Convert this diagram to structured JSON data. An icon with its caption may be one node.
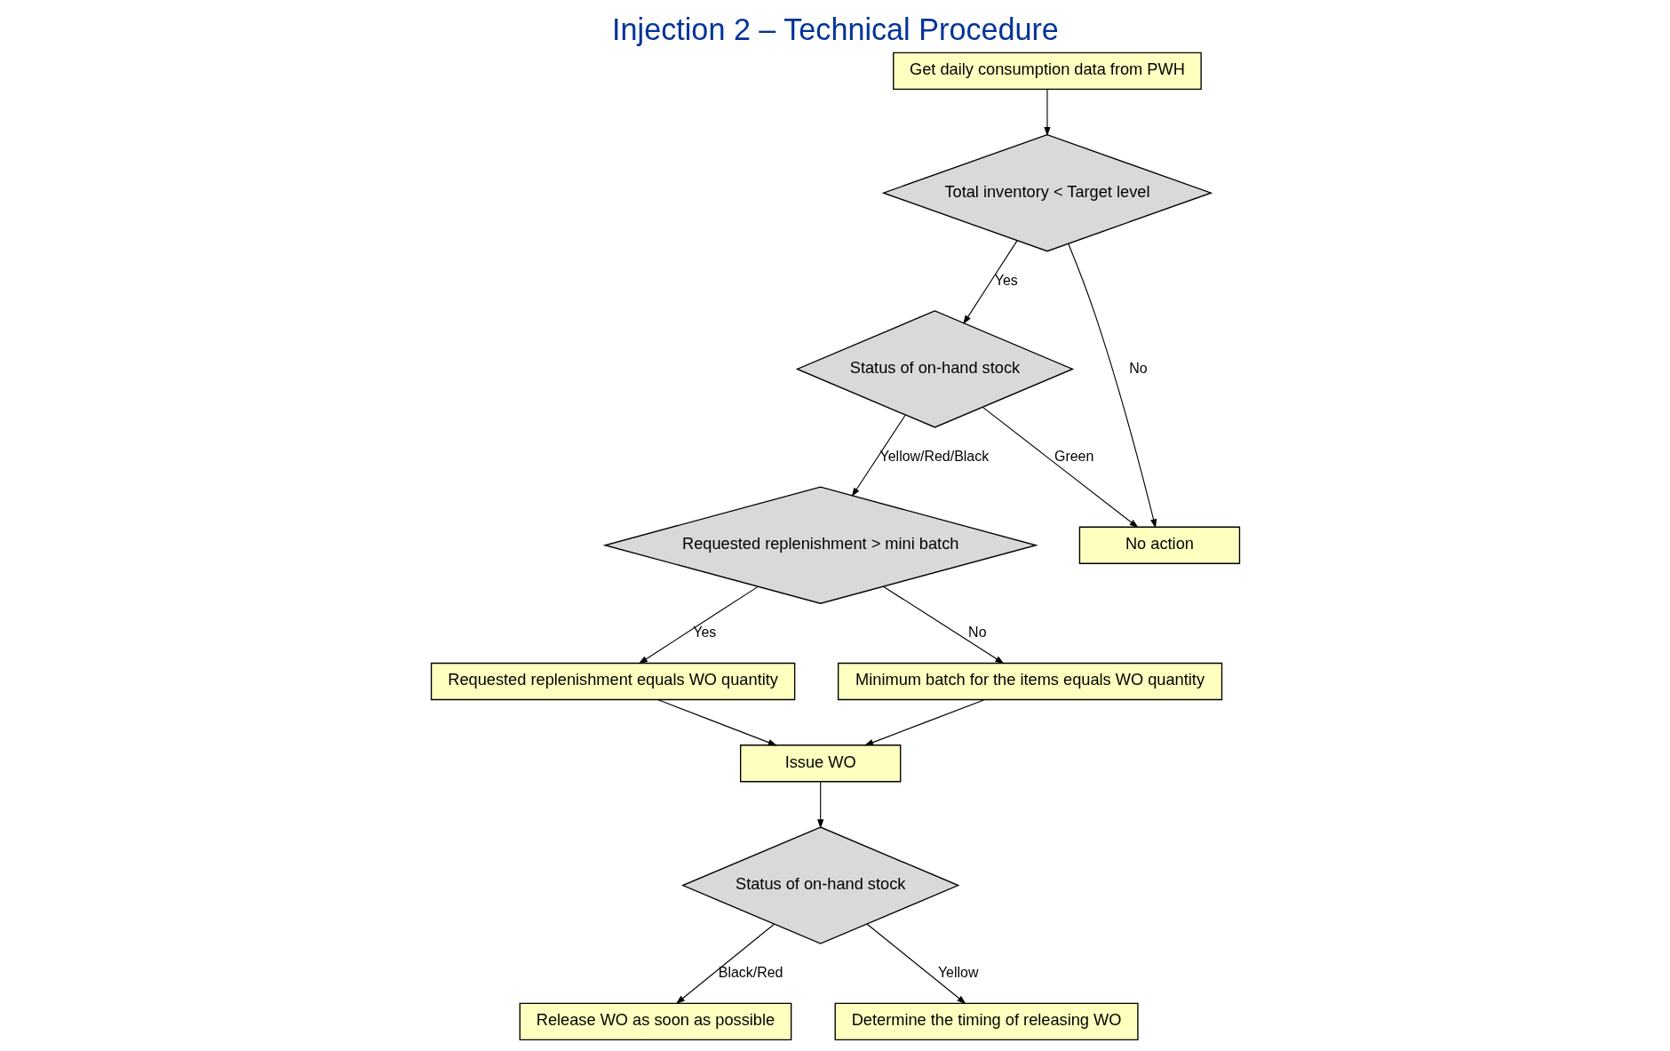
{
  "diagram": {
    "title": "Injection 2 – Technical Procedure",
    "nodes": [
      {
        "text": [
          "Get daily consumption data from PWH"
        ]
      },
      {
        "text": [
          "Total inventory < Target level"
        ]
      },
      {
        "text": [
          "Status of on-hand stock"
        ]
      },
      {
        "text": [
          "Requested replenishment > mini batch"
        ]
      },
      {
        "text": [
          "No action"
        ]
      },
      {
        "text": [
          "Requested replenishment equals WO quantity"
        ]
      },
      {
        "text": [
          "Minimum batch for the items equals WO quantity"
        ]
      },
      {
        "text": [
          "Release WO as soon as possible"
        ]
      },
      {
        "text": [
          "Determine the timing of releasing WO"
        ]
      },
      {
        "text": [
          "Status of on-hand stock"
        ]
      },
      {
        "text": [
          "Issue WO"
        ]
      }
    ],
    "edges": [
      {
        "from": 0,
        "to": 1,
        "arrow": "to"
      },
      {
        "from": 1,
        "to": 2,
        "arrow": "to",
        "label": "Yes"
      },
      {
        "from": 1,
        "to": 4,
        "arrow": "to",
        "label": "No"
      },
      {
        "from": 2,
        "to": 3,
        "arrow": "to",
        "label": "Yellow/Red/Black"
      },
      {
        "from": 2,
        "to": 4,
        "arrow": "to",
        "label": "Green"
      },
      {
        "from": 3,
        "to": 5,
        "arrow": "to",
        "label": "Yes"
      },
      {
        "from": 3,
        "to": 6,
        "arrow": "to",
        "label": "No"
      },
      {
        "from": 6,
        "to": 10,
        "arrow": "to"
      },
      {
        "from": 5,
        "to": 10,
        "arrow": "to"
      },
      {
        "from": 10,
        "to": 9,
        "arrow": "to"
      },
      {
        "from": 9,
        "to": 7,
        "arrow": "to",
        "label": "Black/Red"
      },
      {
        "from": 9,
        "to": 8,
        "arrow": "to",
        "label": "Yellow"
      }
    ]
  }
}
